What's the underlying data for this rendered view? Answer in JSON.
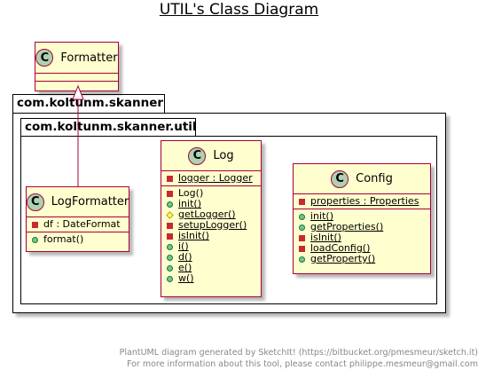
{
  "title": "UTIL's Class Diagram",
  "packages": {
    "outer": "com.koltunm.skanner",
    "inner": "com.koltunm.skanner.util"
  },
  "classes": {
    "formatter": {
      "stereotype": "C",
      "name": "Formatter"
    },
    "logformatter": {
      "stereotype": "C",
      "name": "LogFormatter",
      "fields": [
        {
          "visibility": "private",
          "text": "df : DateFormat",
          "static": false
        }
      ],
      "methods": [
        {
          "visibility": "public",
          "text": "format()",
          "static": false
        }
      ]
    },
    "log": {
      "stereotype": "C",
      "name": "Log",
      "fields": [
        {
          "visibility": "private",
          "text": "logger : Logger",
          "static": true
        }
      ],
      "methods": [
        {
          "visibility": "private",
          "text": "Log()",
          "static": false
        },
        {
          "visibility": "public",
          "text": "init()",
          "static": true
        },
        {
          "visibility": "protected",
          "text": "getLogger()",
          "static": true
        },
        {
          "visibility": "private",
          "text": "setupLogger()",
          "static": true
        },
        {
          "visibility": "private",
          "text": "isInit()",
          "static": true
        },
        {
          "visibility": "public",
          "text": "i()",
          "static": true
        },
        {
          "visibility": "public",
          "text": "d()",
          "static": true
        },
        {
          "visibility": "public",
          "text": "e()",
          "static": true
        },
        {
          "visibility": "public",
          "text": "w()",
          "static": true
        }
      ]
    },
    "config": {
      "stereotype": "C",
      "name": "Config",
      "fields": [
        {
          "visibility": "private",
          "text": "properties : Properties",
          "static": true
        }
      ],
      "methods": [
        {
          "visibility": "public",
          "text": "init()",
          "static": true
        },
        {
          "visibility": "public",
          "text": "getProperties()",
          "static": true
        },
        {
          "visibility": "private",
          "text": "isInit()",
          "static": true
        },
        {
          "visibility": "private",
          "text": "loadConfig()",
          "static": true
        },
        {
          "visibility": "public",
          "text": "getProperty()",
          "static": true
        }
      ]
    }
  },
  "relations": [
    {
      "from": "LogFormatter",
      "to": "Formatter",
      "type": "generalization"
    }
  ],
  "footer": {
    "line1": "PlantUML diagram generated by SketchIt! (https://bitbucket.org/pmesmeur/sketch.it)",
    "line2": "For more information about this tool, please contact philippe.mesmeur@gmail.com"
  },
  "colors": {
    "class_fill": "#fefece",
    "class_border": "#a80036",
    "stereotype_circle": "#add1b2",
    "private": "#c82930",
    "public": "#84be84",
    "protected": "#ffff44",
    "footer_text": "#888888"
  }
}
